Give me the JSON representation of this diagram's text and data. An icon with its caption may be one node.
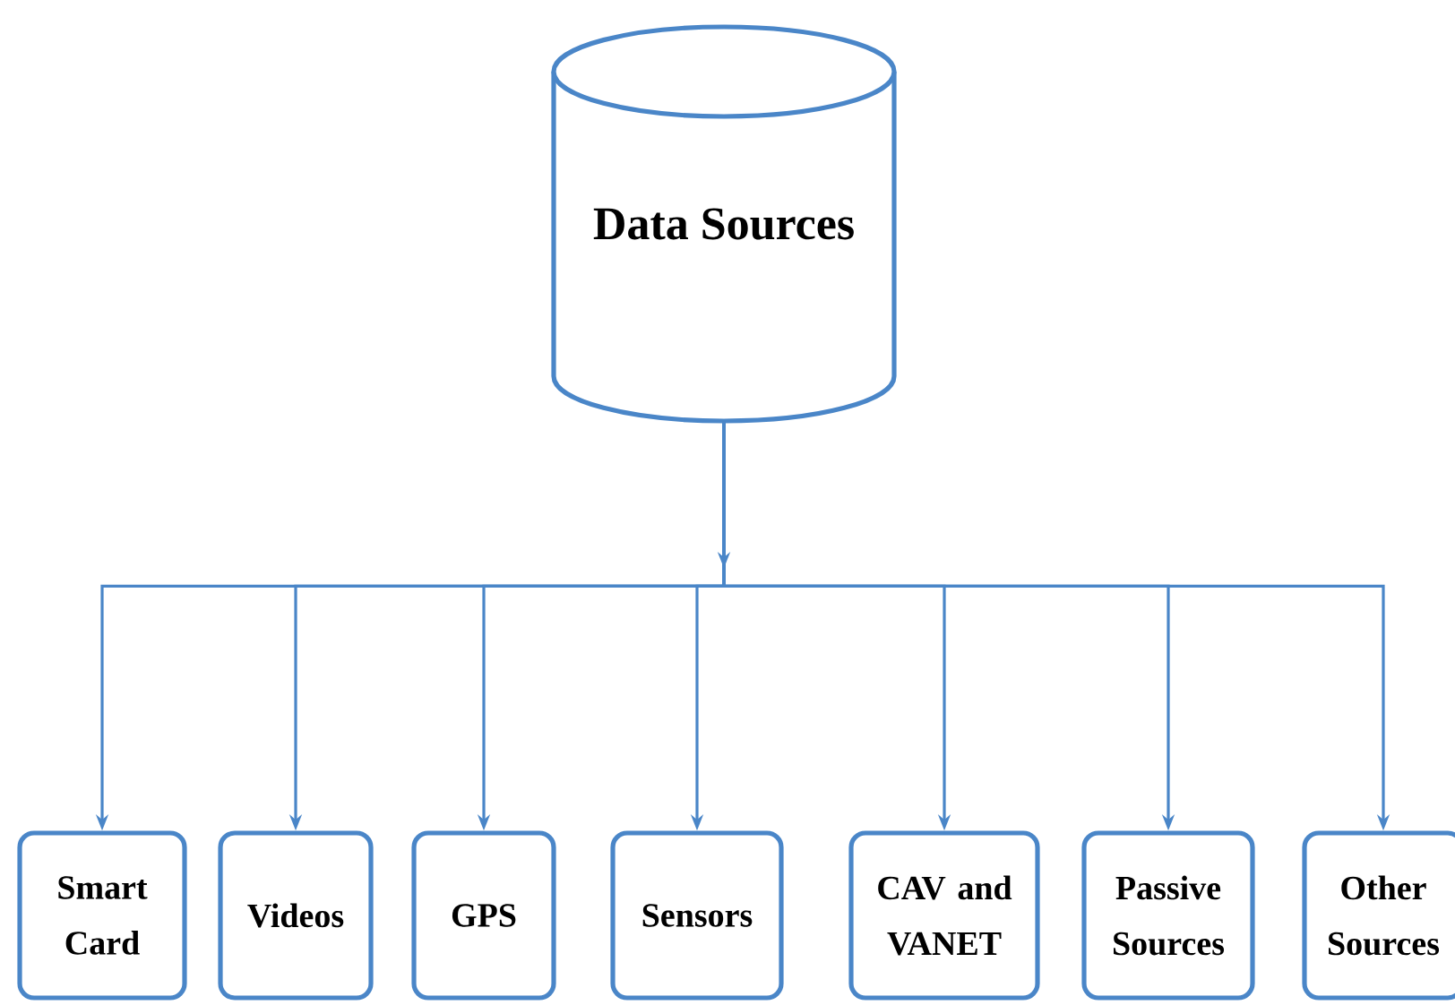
{
  "diagram": {
    "nodes": [
      {
        "text": [
          "Data Sources"
        ]
      },
      {
        "text": [
          "Smart Card"
        ]
      },
      {
        "text": [
          "Videos"
        ]
      },
      {
        "text": [
          "GPS"
        ]
      },
      {
        "text": [
          "Sensors"
        ]
      },
      {
        "text": [
          "CAV and VANET"
        ]
      },
      {
        "text": [
          "Passive Sources"
        ]
      },
      {
        "text": [
          "Other Sources"
        ]
      }
    ],
    "edges": [
      {
        "from": 0,
        "to": 1,
        "arrow": "to"
      },
      {
        "from": 0,
        "to": 2,
        "arrow": "to"
      },
      {
        "from": 0,
        "to": 3,
        "arrow": "to"
      },
      {
        "from": 0,
        "to": 4,
        "arrow": "to"
      },
      {
        "from": 0,
        "to": 5,
        "arrow": "to"
      },
      {
        "from": 0,
        "to": 6,
        "arrow": "to"
      },
      {
        "from": 0,
        "to": 7,
        "arrow": "to"
      }
    ]
  }
}
